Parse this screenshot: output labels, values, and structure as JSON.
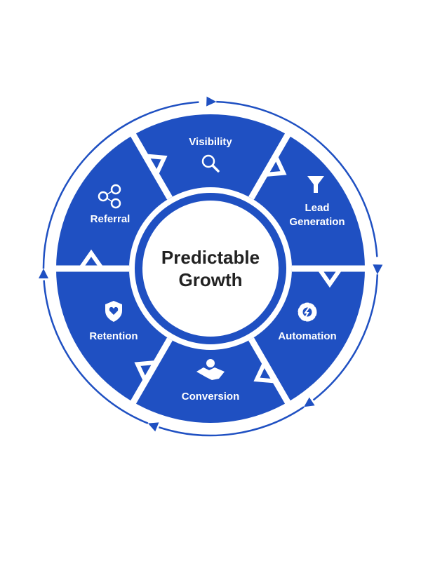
{
  "title": {
    "line1": "Predictable",
    "line2": "Growth"
  },
  "segments": [
    {
      "label": "Visibility",
      "icon": "magnifier-icon"
    },
    {
      "label": "Lead",
      "label2": "Generation",
      "icon": "funnel-icon"
    },
    {
      "label": "Automation",
      "icon": "gear-lightning-icon"
    },
    {
      "label": "Conversion",
      "icon": "handshake-dollar-icon"
    },
    {
      "label": "Retention",
      "icon": "shield-heart-icon"
    },
    {
      "label": "Referral",
      "icon": "network-users-icon"
    }
  ],
  "colors": {
    "blue": "#1f50c2",
    "white": "#ffffff",
    "text": "#222222"
  }
}
